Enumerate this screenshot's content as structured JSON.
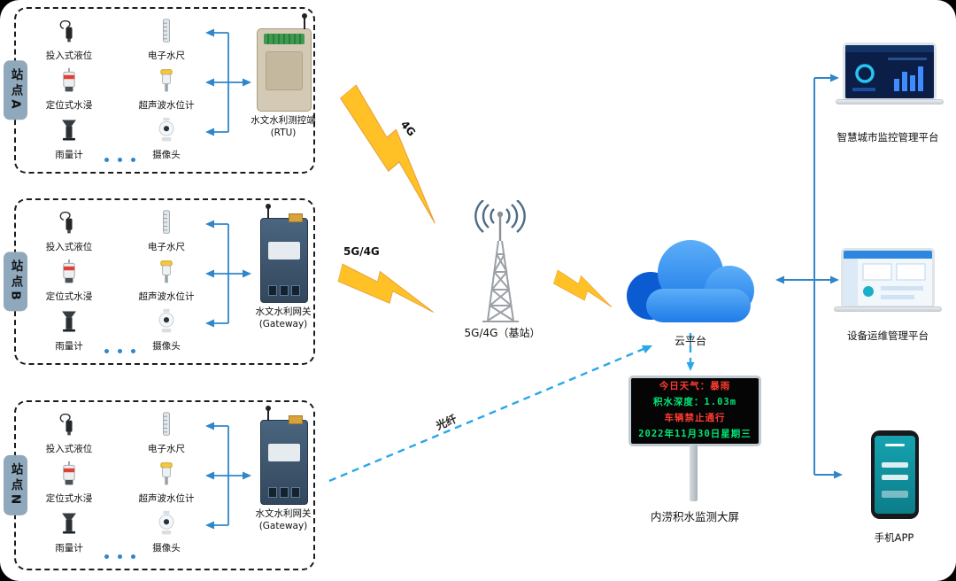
{
  "stations": [
    {
      "tab": "站点A",
      "sensors": {
        "s1": "投入式液位",
        "s2": "电子水尺",
        "s3": "定位式水浸",
        "s4": "超声波水位计",
        "s5": "雨量计",
        "s6": "摄像头"
      },
      "device": {
        "name": "水文水利测控端",
        "type": "(RTU)"
      }
    },
    {
      "tab": "站点B",
      "sensors": {
        "s1": "投入式液位",
        "s2": "电子水尺",
        "s3": "定位式水浸",
        "s4": "超声波水位计",
        "s5": "雨量计",
        "s6": "摄像头"
      },
      "device": {
        "name": "水文水利网关",
        "type": "(Gateway)"
      }
    },
    {
      "tab": "站点N",
      "sensors": {
        "s1": "投入式液位",
        "s2": "电子水尺",
        "s3": "定位式水浸",
        "s4": "超声波水位计",
        "s5": "雨量计",
        "s6": "摄像头"
      },
      "device": {
        "name": "水文水利网关",
        "type": "(Gateway)"
      }
    }
  ],
  "links": {
    "bolt_a": "4G",
    "bolt_b": "5G/4G",
    "fiber": "光纤"
  },
  "tower": {
    "label": "5G/4G（基站）"
  },
  "cloud": {
    "label": "云平台"
  },
  "led": {
    "line1": "今日天气：暴雨",
    "line2": "积水深度：1.03m",
    "line3": "车辆禁止通行",
    "line4": "2022年11月30日星期三",
    "caption": "内涝积水监测大屏"
  },
  "right": {
    "monitor1": "智慧城市监控管理平台",
    "monitor2": "设备运维管理平台",
    "phone": "手机APP"
  },
  "colors": {
    "accent_blue": "#2F86C8",
    "fiber_blue": "#29A7E8",
    "lightning_yellow": "#FFC125",
    "cloud_blue": "#1F7CE8",
    "led_red": "#FF3B30",
    "led_green": "#00E676",
    "station_tab": "#8FA8BC"
  }
}
